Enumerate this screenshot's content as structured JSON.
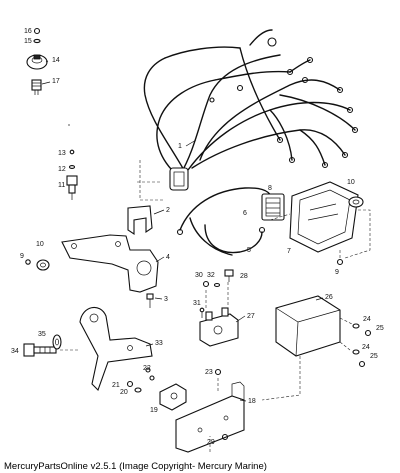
{
  "footer": {
    "caption": "MercuryPartsOnline v2.5.1 (Image Copyright- Mercury Marine)"
  },
  "callouts": {
    "c1": "1",
    "c2": "2",
    "c3": "3",
    "c4": "4",
    "c5": "5",
    "c6": "6",
    "c7": "7",
    "c8": "8",
    "c9a": "9",
    "c9b": "9",
    "c10a": "10",
    "c10b": "10",
    "c11": "11",
    "c12": "12",
    "c13": "13",
    "c14": "14",
    "c15": "15",
    "c16": "16",
    "c17": "17",
    "c18": "18",
    "c19": "19",
    "c20": "20",
    "c21": "21",
    "c22": "22",
    "c23": "23",
    "c24a": "24",
    "c24b": "24",
    "c25a": "25",
    "c25b": "25",
    "c26": "26",
    "c27": "27",
    "c28": "28",
    "c29": "29",
    "c30": "30",
    "c31": "31",
    "c32": "32",
    "c33": "33",
    "c34": "34",
    "c35": "35"
  }
}
